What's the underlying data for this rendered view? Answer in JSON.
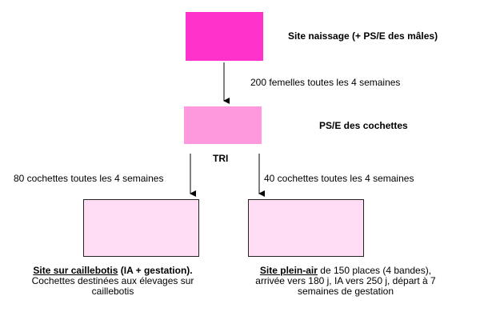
{
  "site_naissage_label": "Site naissage (+ PS/E des mâles)",
  "flow_top_label": "200 femelles toutes les 4 semaines",
  "pse_label": "PS/E des cochettes",
  "tri_label": "TRI",
  "flow_left_label": "80 cochettes toutes les 4 semaines",
  "flow_right_label": "40 cochettes toutes les 4 semaines",
  "caillebotis": {
    "title": "Site sur caillebotis",
    "title_rest": " (IA + gestation).",
    "line2": "Cochettes destinées aux élevages sur",
    "line3": "caillebotis"
  },
  "pleinair": {
    "title": "Site plein-air",
    "title_rest": " de 150 places (4 bandes),",
    "line2": "arrivée vers 180 j, IA vers 250 j, départ à 7",
    "line3": "semaines de gestation"
  },
  "colors": {
    "naissage": "#ff33cc",
    "pse": "#ff99dd",
    "sites": "#ffddf5"
  }
}
